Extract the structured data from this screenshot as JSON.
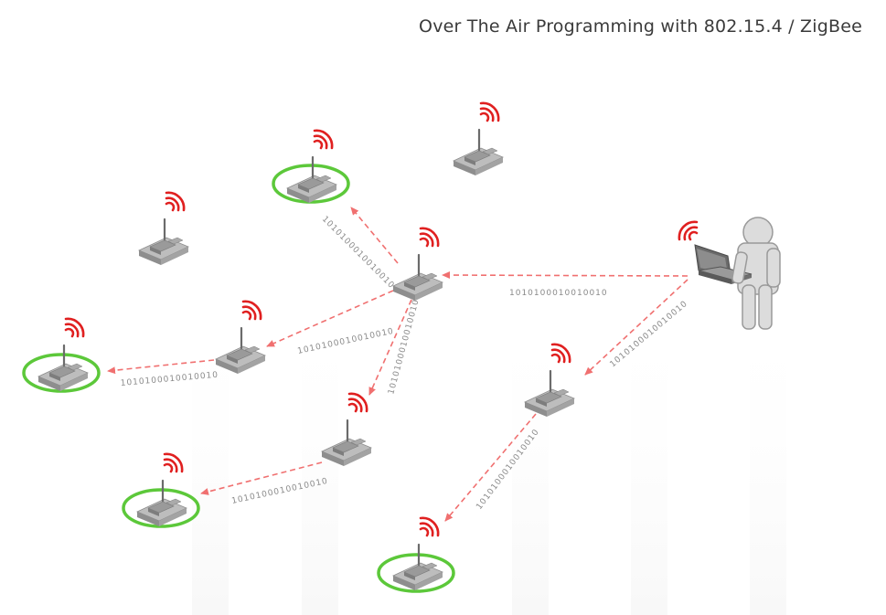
{
  "title": "Over The Air Programming with 802.15.4 / ZigBee",
  "colors": {
    "arrow": "#f07070",
    "signal": "#e02020",
    "highlight": "#5cc83a",
    "device": "#a8a8a8",
    "person": "#d9d9d9"
  },
  "icons": {
    "node": "wireless-node-icon",
    "signal": "wifi-signal-icon",
    "person": "person-icon",
    "laptop": "laptop-icon"
  },
  "nodes": [
    {
      "id": "node-top-center",
      "highlighted": true
    },
    {
      "id": "node-top-right",
      "highlighted": false
    },
    {
      "id": "node-left-upper",
      "highlighted": false
    },
    {
      "id": "node-hub",
      "highlighted": false
    },
    {
      "id": "node-left-middle",
      "highlighted": false
    },
    {
      "id": "node-far-left",
      "highlighted": true
    },
    {
      "id": "node-center-lower",
      "highlighted": false
    },
    {
      "id": "node-bottom-left",
      "highlighted": true
    },
    {
      "id": "node-right-middle",
      "highlighted": false
    },
    {
      "id": "node-bottom-center",
      "highlighted": true
    }
  ],
  "links": [
    {
      "label": "1010100010010010"
    },
    {
      "label": "1010100010010010"
    },
    {
      "label": "1010100010010010"
    },
    {
      "label": "1010100010010010"
    },
    {
      "label": "1010100010010010"
    },
    {
      "label": "1010100010010010"
    },
    {
      "label": "1010100010010010"
    },
    {
      "label": "1010100010010010"
    }
  ]
}
